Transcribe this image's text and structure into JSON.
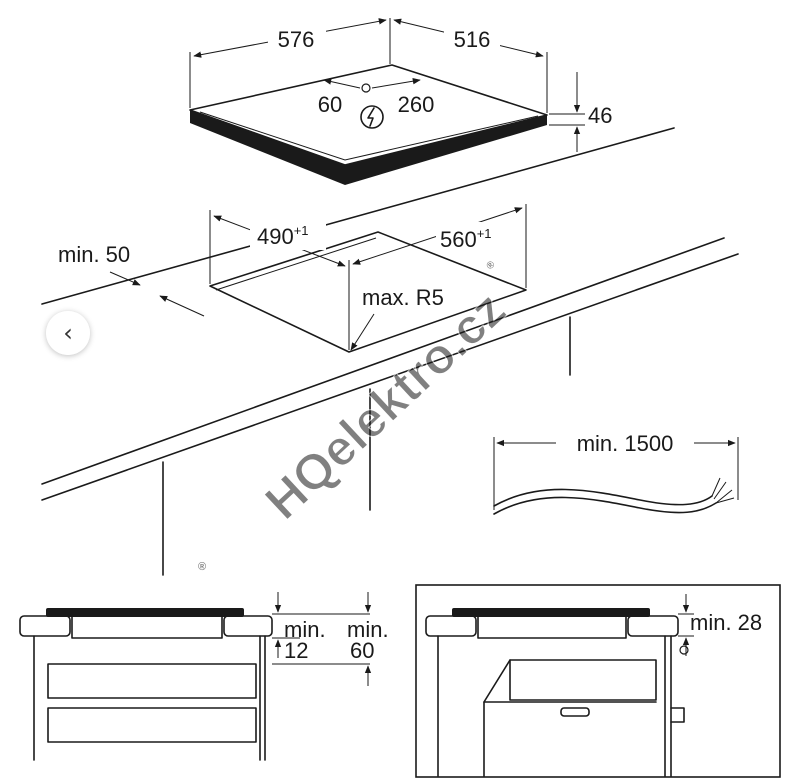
{
  "hob": {
    "width": "576",
    "depth": "516",
    "cable_left": "60",
    "cable_right": "260",
    "height": "46"
  },
  "cutout": {
    "width": "490",
    "width_tol": "+1",
    "depth": "560",
    "depth_tol": "+1",
    "radius": "max. R5",
    "edge_min": "min. 50"
  },
  "cable": {
    "length": "min. 1500"
  },
  "clearance_left": {
    "a_label": "min.",
    "a_value": "12",
    "b_label": "min.",
    "b_value": "60"
  },
  "clearance_right": {
    "label": "min. 28"
  },
  "watermark": {
    "text": "HQelektro.cz",
    "mark": "®"
  },
  "nav": {
    "prev_icon": "chevron-left-icon",
    "prev_glyph": "‹"
  },
  "colors": {
    "watermark": "#d46a6a"
  }
}
